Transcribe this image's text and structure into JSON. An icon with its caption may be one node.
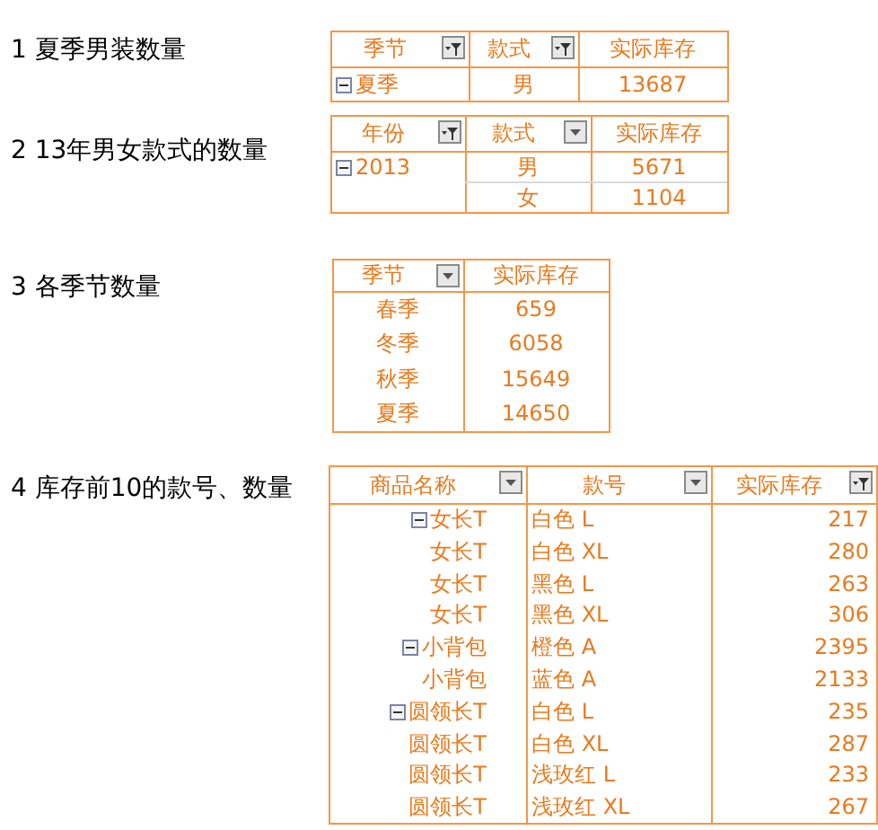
{
  "diagram": {
    "labels": [
      "1 夏季男装数量",
      "季节",
      "款式",
      "实际库存",
      "夏季",
      "男",
      "13687",
      "2 13年男女款式的数量",
      "年份",
      "款式",
      "实际库存",
      "2013",
      "男",
      "5671",
      "女",
      "1104",
      "3 各季节数量",
      "季节",
      "实际库存",
      "春季",
      "659",
      "冬季",
      "6058",
      "秋季",
      "15649",
      "夏季",
      "14650",
      "4 库存前10的款号、数量",
      "商品名称",
      "款号",
      "实际库存",
      "女长T",
      "白色 L",
      "217",
      "女长T",
      "白色 XL",
      "280",
      "女长T",
      "黑色 L",
      "263",
      "女长T",
      "黑色 XL",
      "306",
      "小背包",
      "橙色 A",
      "2395",
      "小背包",
      "蓝色 A",
      "2133",
      "圆领长T",
      "白色 L",
      "235",
      "圆领长T",
      "白色 XL",
      "287",
      "圆领长T",
      "浅玫红 L",
      "233",
      "圆领长T",
      "浅玫红 XL",
      "267"
    ]
  }
}
